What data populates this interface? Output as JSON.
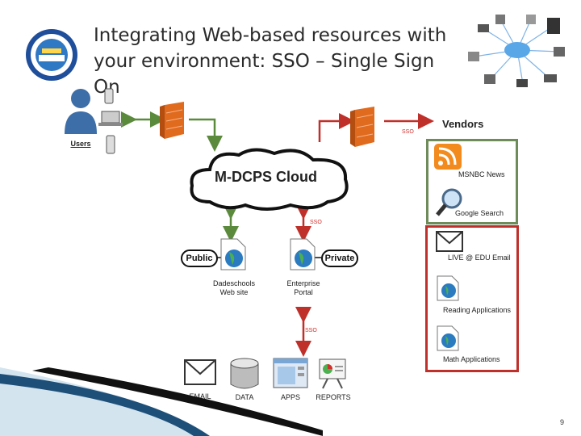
{
  "title_line1": "Integrating Web-based resources with",
  "title_line2": "your environment: SSO – Single Sign On",
  "users_label": "Users",
  "cloud_label": "M-DCPS Cloud",
  "vendors_label": "Vendors",
  "sso_label": "SSO",
  "public_label": "Public",
  "private_label": "Private",
  "dadeschools_line1": "Dadeschools",
  "dadeschools_line2": "Web site",
  "portal_line1": "Enterprise",
  "portal_line2": "Portal",
  "bottom_items": [
    "EMAIL",
    "DATA",
    "APPS",
    "REPORTS"
  ],
  "vendor_green": [
    "MSNBC News",
    "Google Search"
  ],
  "vendor_red": [
    "LIVE @ EDU Email",
    "Reading Applications",
    "Math Applications"
  ],
  "page_number": "9"
}
